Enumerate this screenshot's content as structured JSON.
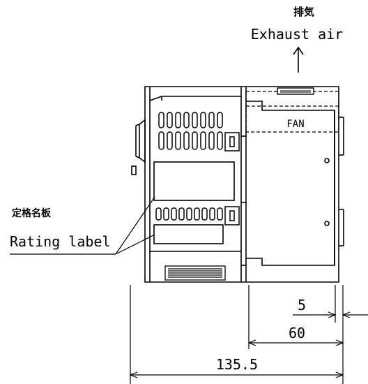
{
  "exhaust": {
    "label_jp": "排気",
    "label_en": "Exhaust air",
    "arrow": "↑"
  },
  "fan": {
    "label": "FAN"
  },
  "rating": {
    "label_jp": "定格名板",
    "label_en": "Rating label"
  },
  "dimensions": {
    "d1": "5",
    "d2": "60",
    "d3": "135.5"
  },
  "colors": {
    "line": "#000000",
    "background": "#ffffff"
  }
}
